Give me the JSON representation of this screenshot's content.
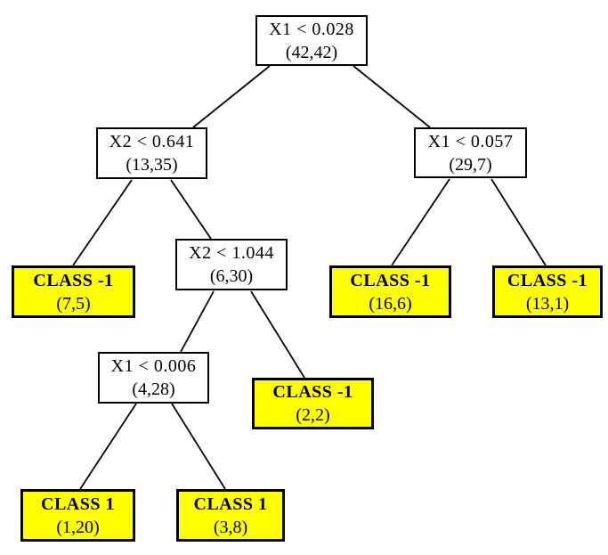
{
  "diagram": {
    "type": "decision-tree",
    "colors": {
      "leaf_background": "#ffff00",
      "decision_background": "#ffffff",
      "border": "#000000",
      "edge": "#000000",
      "text": "#000000"
    },
    "nodes": {
      "root": {
        "label": "X1 < 0.028",
        "counts": "(42,42)",
        "kind": "decision"
      },
      "n_left": {
        "label": "X2 < 0.641",
        "counts": "(13,35)",
        "kind": "decision"
      },
      "n_right": {
        "label": "X1 < 0.057",
        "counts": "(29,7)",
        "kind": "decision"
      },
      "leaf75": {
        "label": "CLASS -1",
        "counts": "(7,5)",
        "kind": "leaf"
      },
      "n1044": {
        "label": "X2 < 1.044",
        "counts": "(6,30)",
        "kind": "decision"
      },
      "leaf166": {
        "label": "CLASS -1",
        "counts": "(16,6)",
        "kind": "leaf"
      },
      "leaf131": {
        "label": "CLASS -1",
        "counts": "(13,1)",
        "kind": "leaf"
      },
      "n0006": {
        "label": "X1 < 0.006",
        "counts": "(4,28)",
        "kind": "decision"
      },
      "leaf22": {
        "label": "CLASS -1",
        "counts": "(2,2)",
        "kind": "leaf"
      },
      "leaf120": {
        "label": "CLASS 1",
        "counts": "(1,20)",
        "kind": "leaf"
      },
      "leaf38": {
        "label": "CLASS 1",
        "counts": "(3,8)",
        "kind": "leaf"
      }
    },
    "edges": [
      {
        "from": "root",
        "to": "n_left"
      },
      {
        "from": "root",
        "to": "n_right"
      },
      {
        "from": "n_left",
        "to": "leaf75"
      },
      {
        "from": "n_left",
        "to": "n1044"
      },
      {
        "from": "n_right",
        "to": "leaf166"
      },
      {
        "from": "n_right",
        "to": "leaf131"
      },
      {
        "from": "n1044",
        "to": "n0006"
      },
      {
        "from": "n1044",
        "to": "leaf22"
      },
      {
        "from": "n0006",
        "to": "leaf120"
      },
      {
        "from": "n0006",
        "to": "leaf38"
      }
    ]
  }
}
